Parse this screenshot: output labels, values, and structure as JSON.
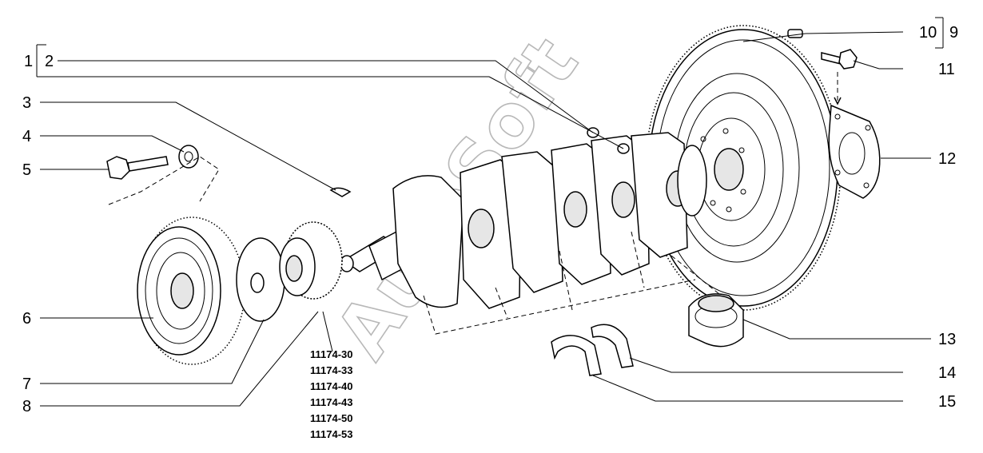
{
  "diagram": {
    "callouts": [
      "1",
      "2",
      "3",
      "4",
      "5",
      "6",
      "7",
      "8",
      "9",
      "10",
      "11",
      "12",
      "13",
      "14",
      "15"
    ],
    "part_codes": [
      "11174-30",
      "11174-33",
      "11174-40",
      "11174-43",
      "11174-50",
      "11174-53"
    ],
    "watermark": "AutoSoft"
  }
}
